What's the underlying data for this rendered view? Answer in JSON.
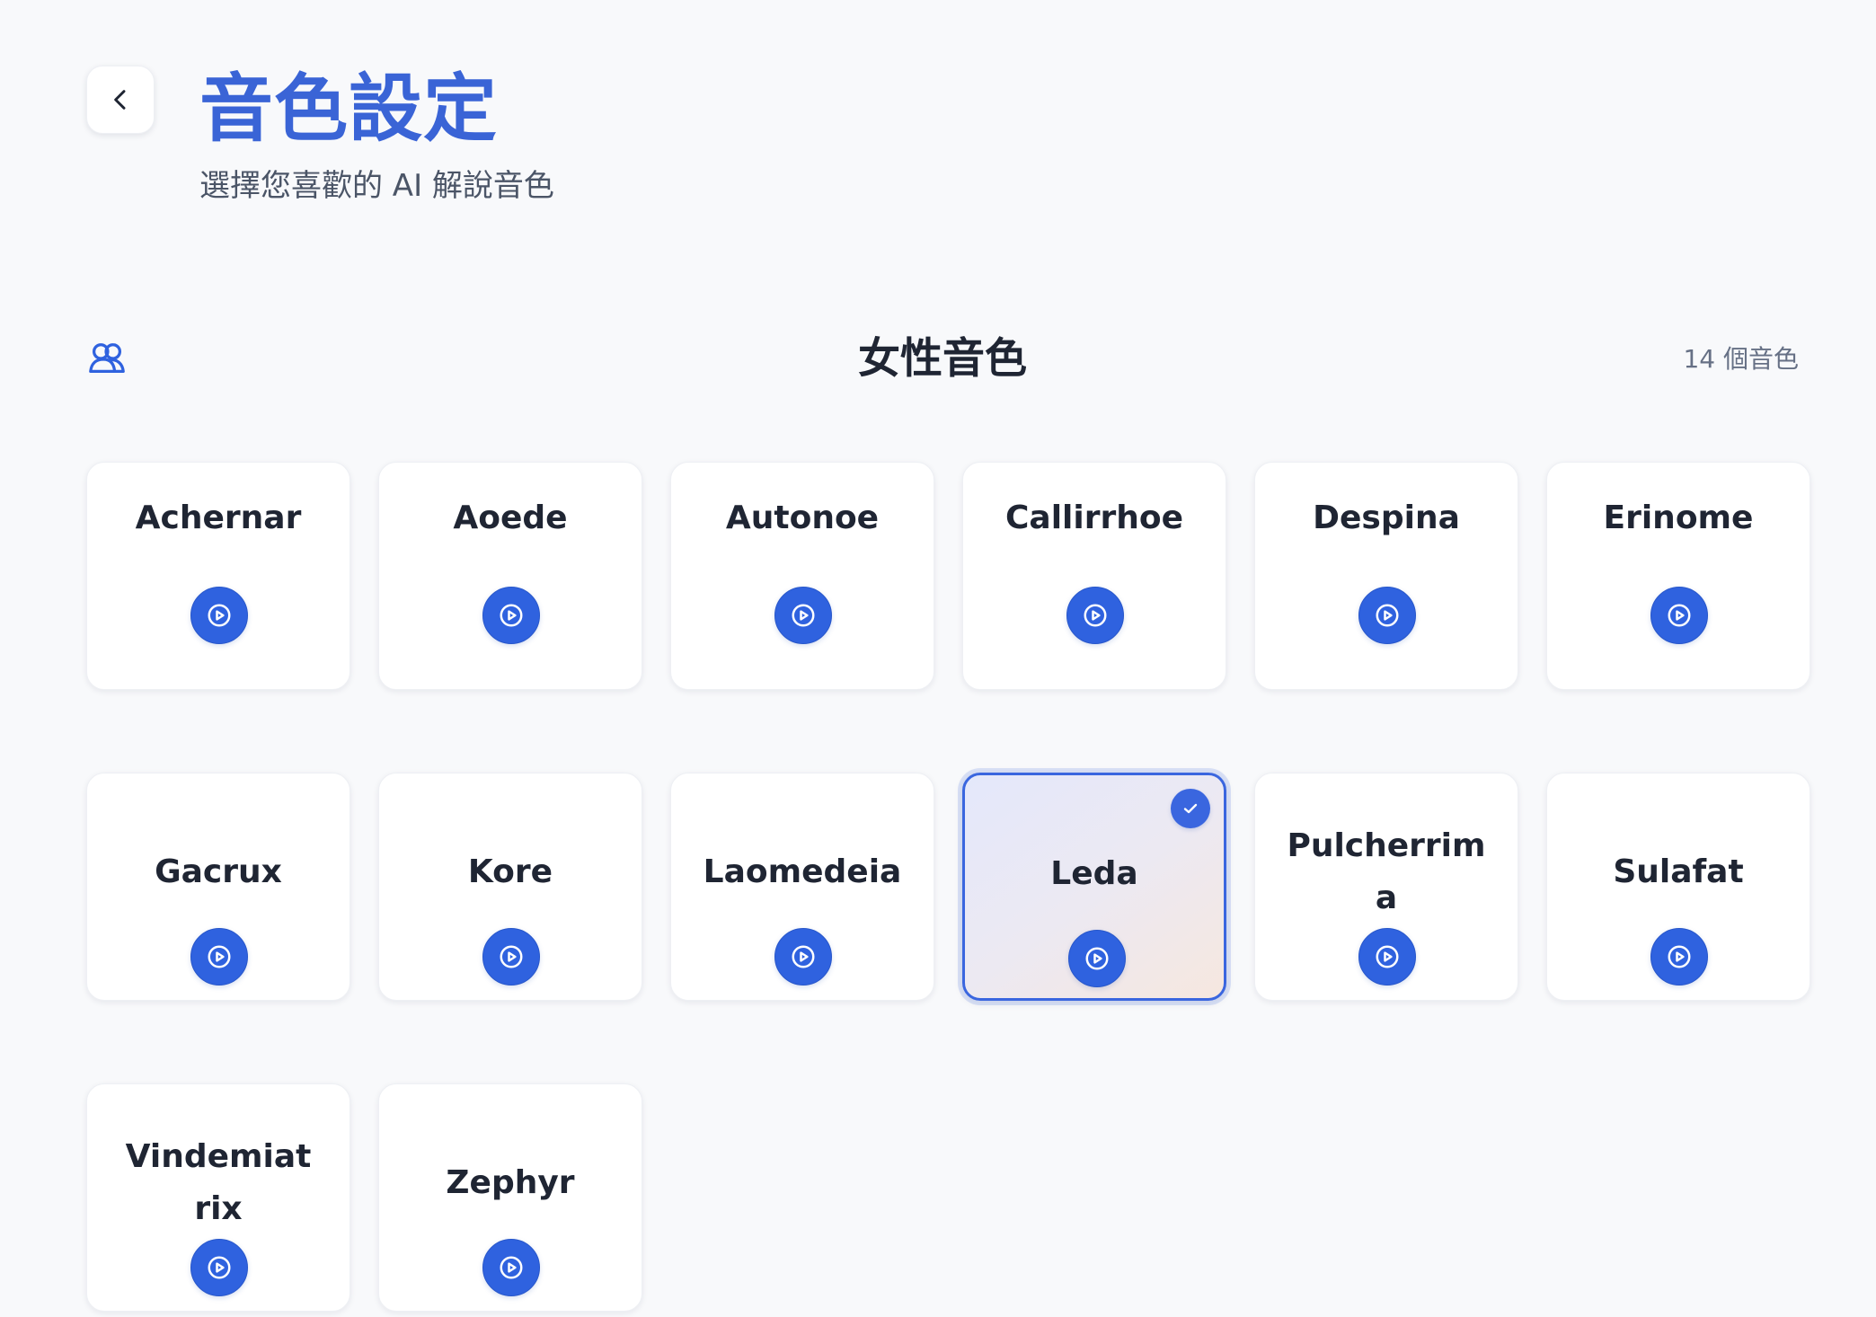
{
  "page": {
    "title": "音色設定",
    "subtitle": "選擇您喜歡的 AI 解說音色"
  },
  "icons": {
    "back": "chevron-left-icon",
    "section": "users-icon",
    "play": "play-circle-icon",
    "selected": "check-icon"
  },
  "colors": {
    "accent": "#3a64d6",
    "button_blue": "#2f62df",
    "selected_border": "#3a66df",
    "background": "#f8f9fb",
    "card_background": "#ffffff"
  },
  "section": {
    "title": "女性音色",
    "count": "14 個音色"
  },
  "voices": [
    {
      "name": "Achernar",
      "selected": false
    },
    {
      "name": "Aoede",
      "selected": false
    },
    {
      "name": "Autonoe",
      "selected": false
    },
    {
      "name": "Callirrhoe",
      "selected": false
    },
    {
      "name": "Despina",
      "selected": false
    },
    {
      "name": "Erinome",
      "selected": false
    },
    {
      "name": "Gacrux",
      "selected": false
    },
    {
      "name": "Kore",
      "selected": false
    },
    {
      "name": "Laomedeia",
      "selected": false
    },
    {
      "name": "Leda",
      "selected": true
    },
    {
      "name": "Pulcherrima",
      "selected": false
    },
    {
      "name": "Sulafat",
      "selected": false
    },
    {
      "name": "Vindemiatrix",
      "selected": false
    },
    {
      "name": "Zephyr",
      "selected": false
    }
  ]
}
